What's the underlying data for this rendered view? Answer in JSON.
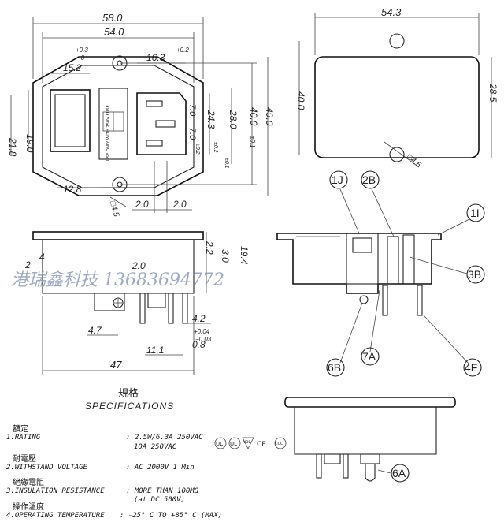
{
  "front_view": {
    "dims": {
      "w58": "58.0",
      "w54": "54.0",
      "tol_top_left": "+0.3",
      "tol_top_left2": "−0",
      "w16_3": "16.3",
      "tol_16_3": "+0.2",
      "w15_2": "15.2",
      "h21_8": "21.8",
      "h19": "19.0",
      "h24_3": "24.3",
      "h28": "28.0",
      "h40": "40.0",
      "tol_40": "±0.1",
      "h49": "49.0",
      "h7": "7.0",
      "h7_2": "7.0",
      "tol_7": "±0.2",
      "tol_7b": "±0.1",
      "tol_24_3": "±0.2",
      "w12_8": "12.8",
      "w2a": "2.0",
      "w2b": "2.0",
      "hole": "□4.5"
    },
    "fuse_label": "USE ONLY WITH 250V FUSE"
  },
  "cutout_view": {
    "dims": {
      "w54_3": "54.3",
      "h28_5": "28.5",
      "h40": "40.0",
      "hole": "□4.5"
    }
  },
  "side_view": {
    "dims": {
      "d4": "4",
      "d2": "2",
      "d2_0": "2.0",
      "d2_2": "2.2",
      "d3_0": "3.0",
      "d19_4": "19.4",
      "d4_7": "4.7",
      "d4_2": "4.2",
      "tol_plus": "+0.04",
      "tol_minus": "−0.03",
      "d11_1": "11.1",
      "d0_8": "0.8",
      "d47": "47"
    }
  },
  "section_view": {
    "callouts": [
      "1J",
      "2B",
      "1I",
      "3B",
      "6B",
      "7A",
      "4F"
    ]
  },
  "bottom_view": {
    "callout": "6A"
  },
  "watermark": "港瑞鑫科技  13683694772",
  "specs": {
    "title_zh": "規格",
    "title_en": "SPECIFICATIONS",
    "items": [
      {
        "label_zh": "額定",
        "label_en": "1.RATING",
        "value1": ": 2.5W/6.3A 250VAC",
        "value2": "10A 250VAC"
      },
      {
        "label_zh": "耐電壓",
        "label_en": "2.WITHSTAND VOLTAGE",
        "value1": ": AC 2000V 1 Min",
        "value2": ""
      },
      {
        "label_zh": "絕緣電阻",
        "label_en": "3.INSULATION RESISTANCE",
        "value1": ": MORE THAN 100MΩ",
        "value2": "(at DC 500V)"
      },
      {
        "label_zh": "操作溫度",
        "label_en": "4.OPERATING TEMPERATURE",
        "value1": ": -25° C TO +85° C (MAX)",
        "value2": ""
      }
    ],
    "cert_marks": [
      "UL",
      "UL",
      "VDE",
      "CE",
      "CCC"
    ]
  }
}
